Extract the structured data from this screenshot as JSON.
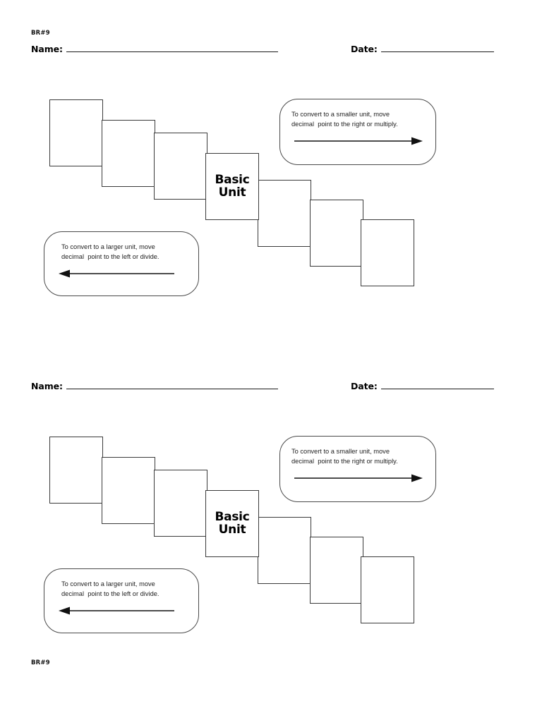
{
  "document": {
    "code_top": "BR#9",
    "code_bottom": "BR#9"
  },
  "fields": {
    "name_label": "Name:",
    "date_label": "Date:",
    "name_value": "",
    "date_value": ""
  },
  "diagram": {
    "basic_unit_line1": "Basic",
    "basic_unit_line2": "Unit",
    "steps": [
      {
        "index": 1,
        "label": ""
      },
      {
        "index": 2,
        "label": ""
      },
      {
        "index": 3,
        "label": ""
      },
      {
        "index": 4,
        "label": "Basic Unit"
      },
      {
        "index": 5,
        "label": ""
      },
      {
        "index": 6,
        "label": ""
      },
      {
        "index": 7,
        "label": ""
      }
    ],
    "callout_smaller": {
      "text": "To convert to a smaller unit, move\ndecimal  point to the right or multiply.",
      "arrow_direction": "right"
    },
    "callout_larger": {
      "text": "To convert to a larger unit, move\ndecimal  point to the left or divide.",
      "arrow_direction": "left"
    }
  },
  "colors": {
    "ink": "#000000",
    "box_border": "#3a3a3a",
    "callout_border": "#4a4a4a",
    "rule": "#1a1a1a",
    "paper": "#ffffff"
  }
}
